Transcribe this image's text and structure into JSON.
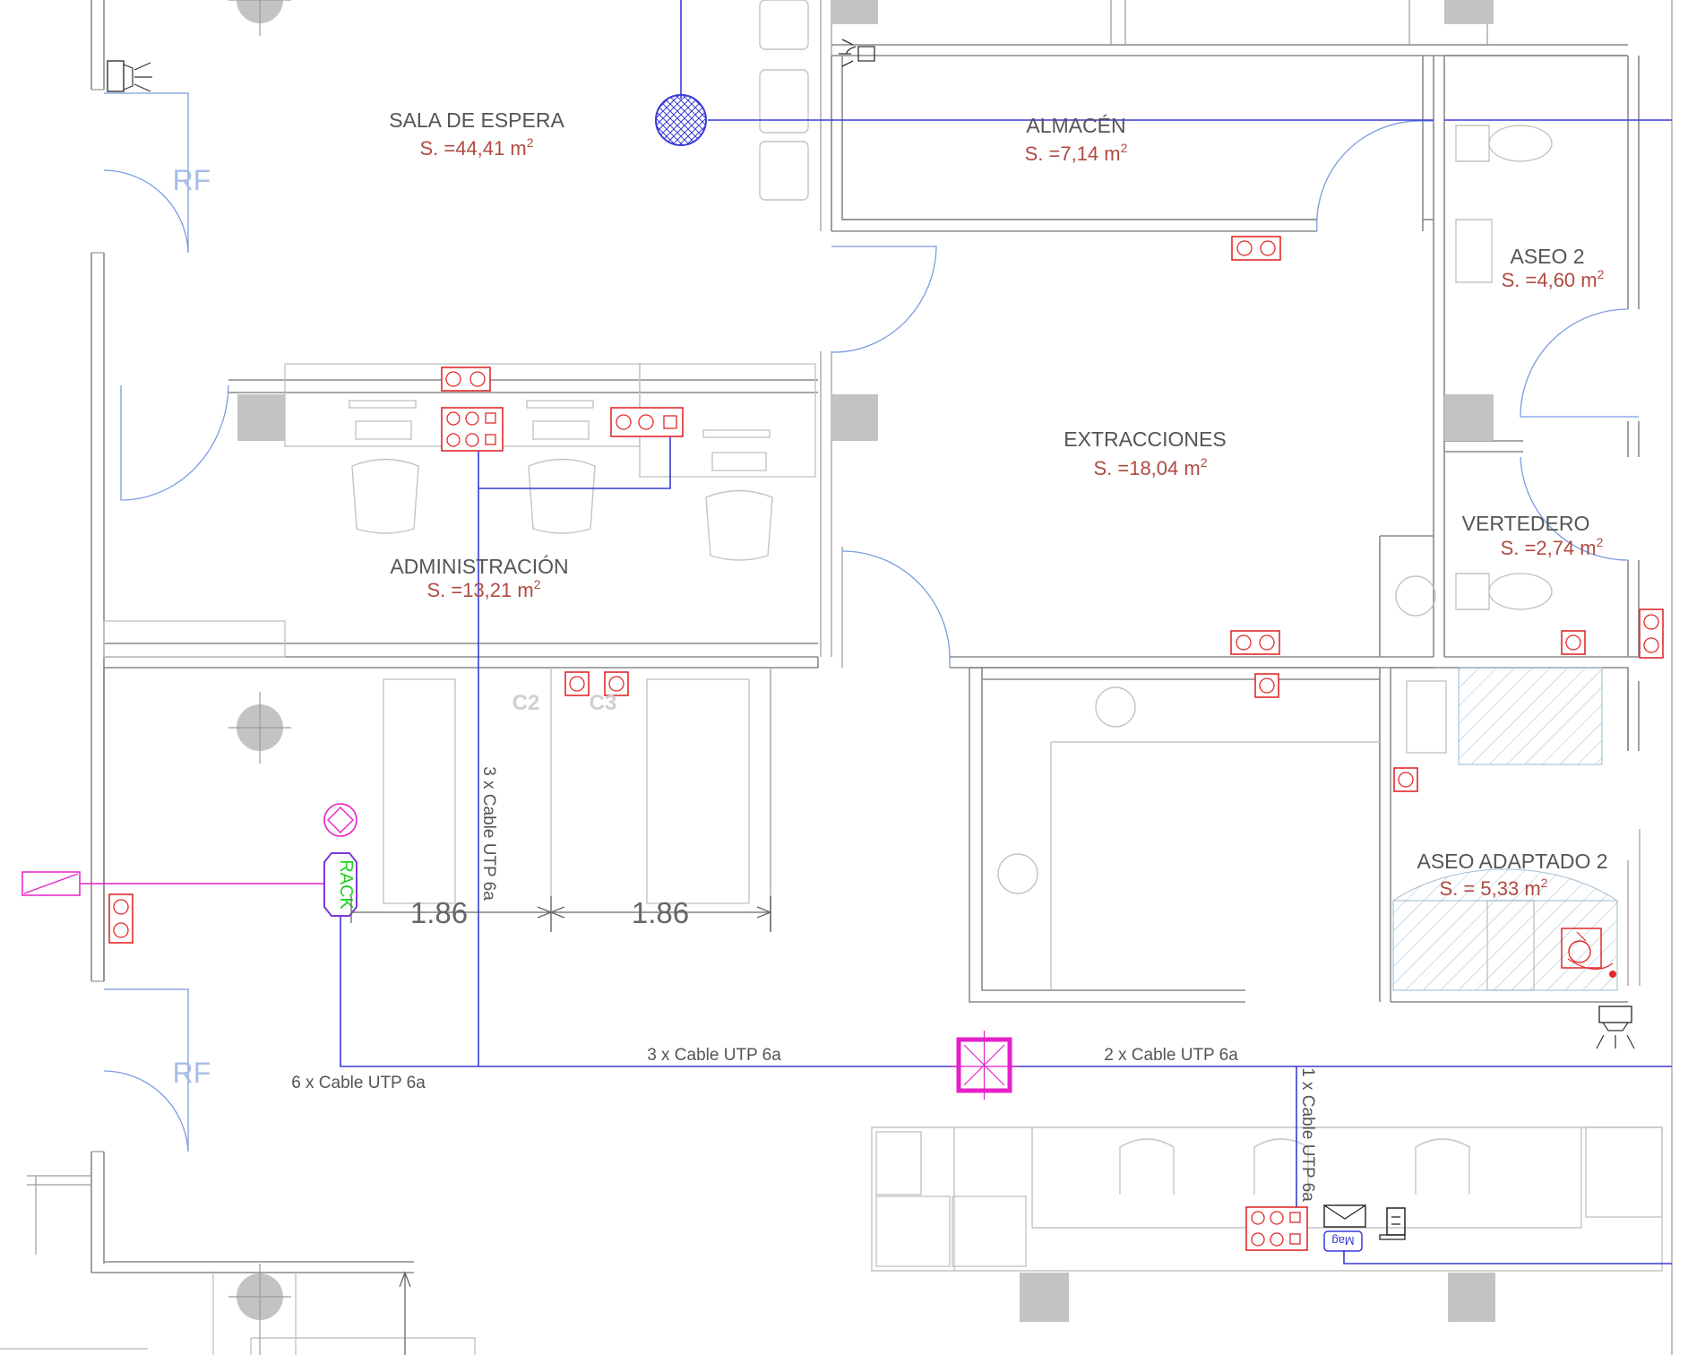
{
  "rooms": {
    "sala_espera": {
      "name": "SALA DE ESPERA",
      "area": "S. =44,41 m",
      "sup": "2"
    },
    "almacen": {
      "name": "ALMACÉN",
      "area": "S. =7,14 m",
      "sup": "2"
    },
    "aseo2": {
      "name": "ASEO 2",
      "area": "S. =4,60 m",
      "sup": "2"
    },
    "extracciones": {
      "name": "EXTRACCIONES",
      "area": "S. =18,04 m",
      "sup": "2"
    },
    "vertedero": {
      "name": "VERTEDERO",
      "area": "S. =2,74 m",
      "sup": "2"
    },
    "administracion": {
      "name": "ADMINISTRACIÓN",
      "area": "S. =13,21 m",
      "sup": "2"
    },
    "aseo_adaptado2": {
      "name": "ASEO ADAPTADO 2",
      "area": "S. = 5,33 m",
      "sup": "2"
    }
  },
  "labels": {
    "rf_top": "RF",
    "rf_bottom": "RF",
    "c2": "C2",
    "c3": "C3",
    "rack": "RACK",
    "dim_left": "1.86",
    "dim_right": "1.86",
    "mag": "Mag"
  },
  "cables": {
    "vertical_3x": "3 x Cable UTP 6a",
    "horizontal_3x": "3 x Cable UTP 6a",
    "horizontal_2x": "2 x Cable UTP 6a",
    "horizontal_6x": "6 x Cable UTP 6a",
    "vertical_1x": "1 x Cable UTP 6a"
  },
  "colors": {
    "walls": "#8a8a8a",
    "doors": "#7a9be0",
    "cables": "#3a3ad8",
    "outlets": "#e02a2a",
    "room_area": "#b04a42",
    "rack": "#1fd11f",
    "magenta": "#e620c8"
  },
  "icons": [
    "outlet-icon",
    "data-outlet-icon",
    "rack-icon",
    "junction-box-icon",
    "wifi-access-point-icon",
    "light-fixture-icon",
    "alarm-panel-icon"
  ]
}
